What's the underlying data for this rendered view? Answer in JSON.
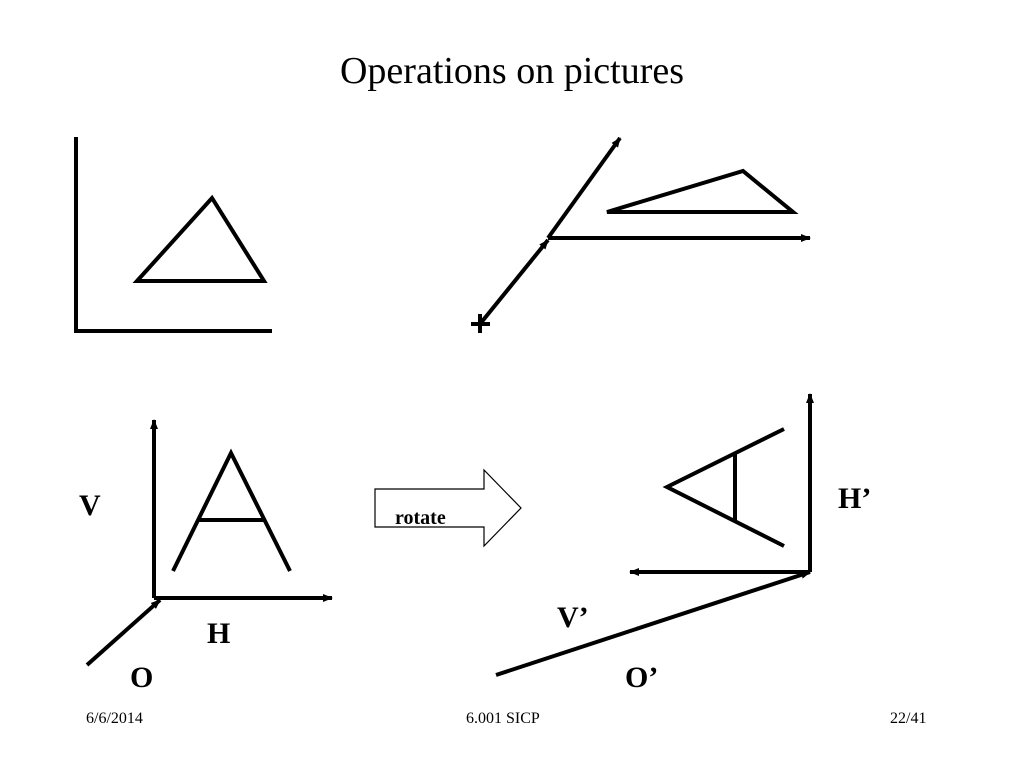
{
  "slide": {
    "title": "Operations on pictures"
  },
  "labels": {
    "v": "V",
    "h": "H",
    "o": "O",
    "v_prime": "V’",
    "h_prime": "H’",
    "o_prime": "O’",
    "rotate": "rotate"
  },
  "footer": {
    "date": "6/6/2014",
    "course": "6.001 SICP",
    "page": "22/41"
  }
}
